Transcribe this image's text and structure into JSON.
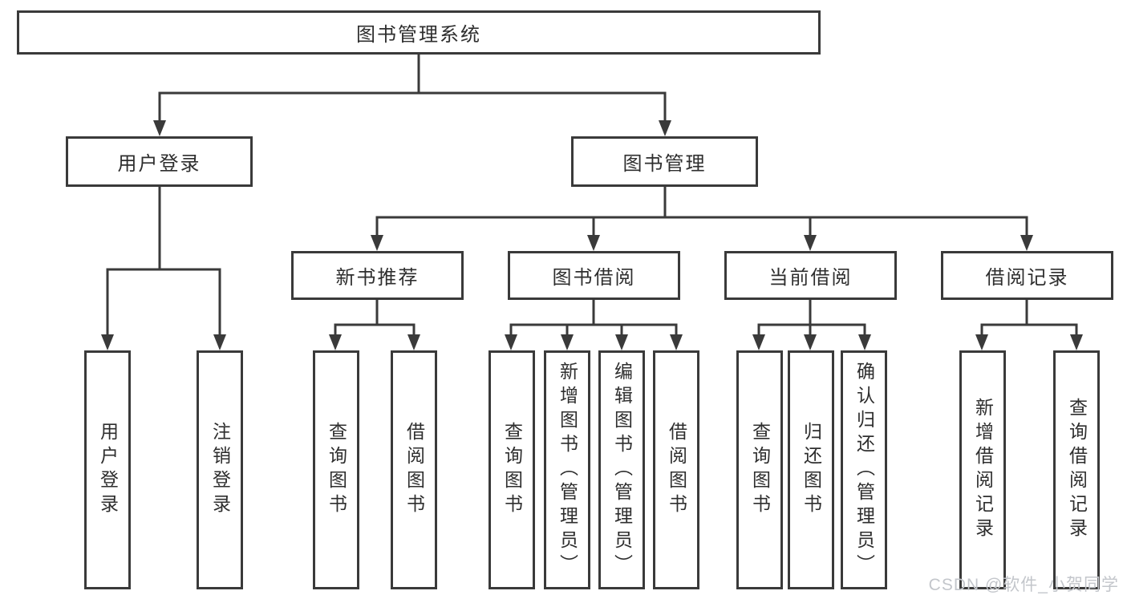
{
  "colors": {
    "line": "#3a3a3a",
    "text": "#2e2e2e",
    "background": "#ffffff",
    "watermark": "#c3c6cb"
  },
  "diagram": {
    "root": {
      "label": "图书管理系统"
    },
    "user_login": {
      "label": "用户登录",
      "children": [
        "用户登录",
        "注销登录"
      ]
    },
    "book_mgmt": {
      "label": "图书管理"
    },
    "new_book_recommend": {
      "label": "新书推荐",
      "children": [
        "查询图书",
        "借阅图书"
      ]
    },
    "book_borrow": {
      "label": "图书借阅",
      "children": [
        "查询图书",
        "新增图书（管理员）",
        "编辑图书（管理员）",
        "借阅图书"
      ]
    },
    "current_borrow": {
      "label": "当前借阅",
      "children": [
        "查询图书",
        "归还图书",
        "确认归还（管理员）"
      ]
    },
    "borrow_record": {
      "label": "借阅记录",
      "children": [
        "新增借阅记录",
        "查询借阅记录"
      ]
    }
  },
  "watermark": {
    "text": "CSDN @软件_小贺同学"
  }
}
